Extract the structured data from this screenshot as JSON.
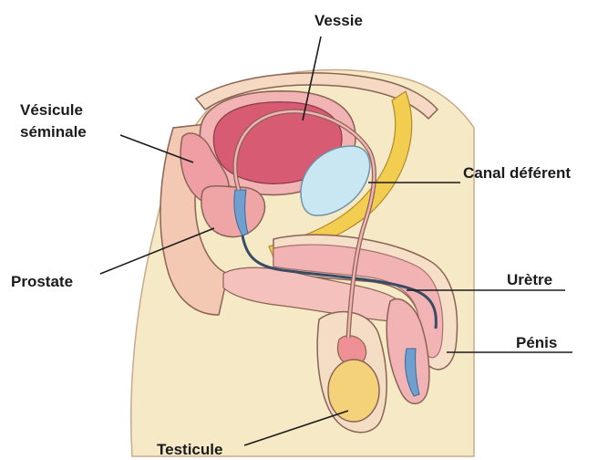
{
  "labels": {
    "vessie": "Vessie",
    "vesicule_line1": "Vésicule",
    "vesicule_line2": "séminale",
    "canal": "Canal déférent",
    "prostate": "Prostate",
    "uretre": "Urètre",
    "penis": "Pénis",
    "testicule": "Testicule"
  },
  "colors": {
    "skin": "#f6e9c6",
    "tissue_pink": "#f1b3b3",
    "bladder": "#d65b73",
    "yellow_band": "#f2cd4f",
    "blue_duct": "#6f9fcf",
    "pale_blue": "#c9e6f3",
    "testicle": "#f4d27a",
    "outline": "#8a6355"
  }
}
